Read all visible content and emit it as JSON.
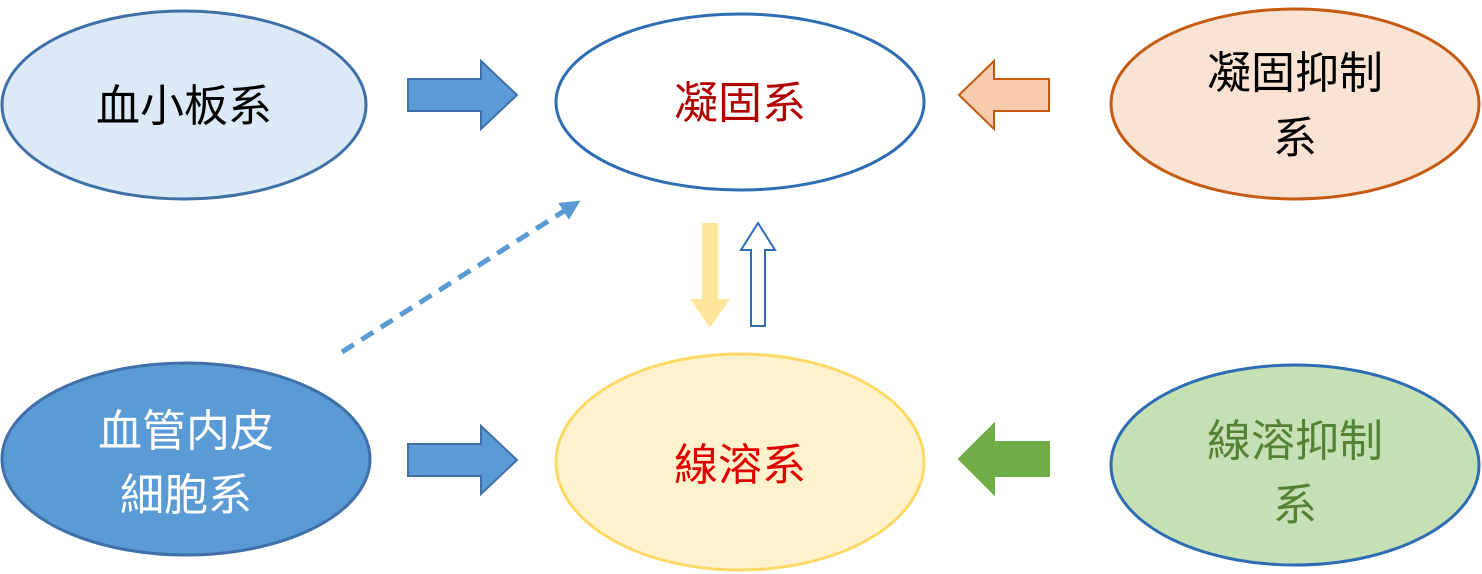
{
  "nodes": {
    "platelet": {
      "label": "血小板系",
      "fill": "#dce9f6",
      "stroke": "#3f70a8",
      "text_color": "#000000"
    },
    "coagulation": {
      "label": "凝固系",
      "fill": "#ffffff",
      "stroke": "#2e6db4",
      "text_color": "#b00000"
    },
    "coagulation_inhibitor": {
      "label_line1": "凝固抑制",
      "label_line2": "系",
      "fill": "#fbe3d4",
      "stroke": "#c55a11",
      "text_color": "#000000"
    },
    "endothelial": {
      "label_line1": "血管内皮",
      "label_line2": "細胞系",
      "fill": "#5b9bd5",
      "stroke": "#3f70a8",
      "text_color": "#ffffff"
    },
    "fibrinolysis": {
      "label": "線溶系",
      "fill": "#fff2cc",
      "stroke": "#ffd966",
      "text_color": "#e00000"
    },
    "fibrinolysis_inhibitor": {
      "label_line1": "線溶抑制",
      "label_line2": "系",
      "fill": "#c5e0b4",
      "stroke": "#2e6db4",
      "text_color": "#548235"
    }
  },
  "arrows": {
    "platelet_to_coagulation": {
      "fill": "#5b9bd5",
      "stroke": "#3f70a8"
    },
    "endothelial_to_fibrinolysis": {
      "fill": "#5b9bd5",
      "stroke": "#3f70a8"
    },
    "coagulation_inhibitor_to_coagulation": {
      "fill": "#f8cbad",
      "stroke": "#c55a11"
    },
    "fibrinolysis_inhibitor_to_fibrinolysis": {
      "fill": "#70ad47",
      "stroke": "#70ad47"
    },
    "coagulation_to_fibrinolysis": {
      "fill": "#ffe699",
      "stroke": "#ffe699"
    },
    "fibrinolysis_to_coagulation": {
      "fill": "#ffffff",
      "stroke": "#2e6db4"
    },
    "endothelial_to_coagulation_dashed": {
      "stroke": "#5b9bd5"
    }
  }
}
